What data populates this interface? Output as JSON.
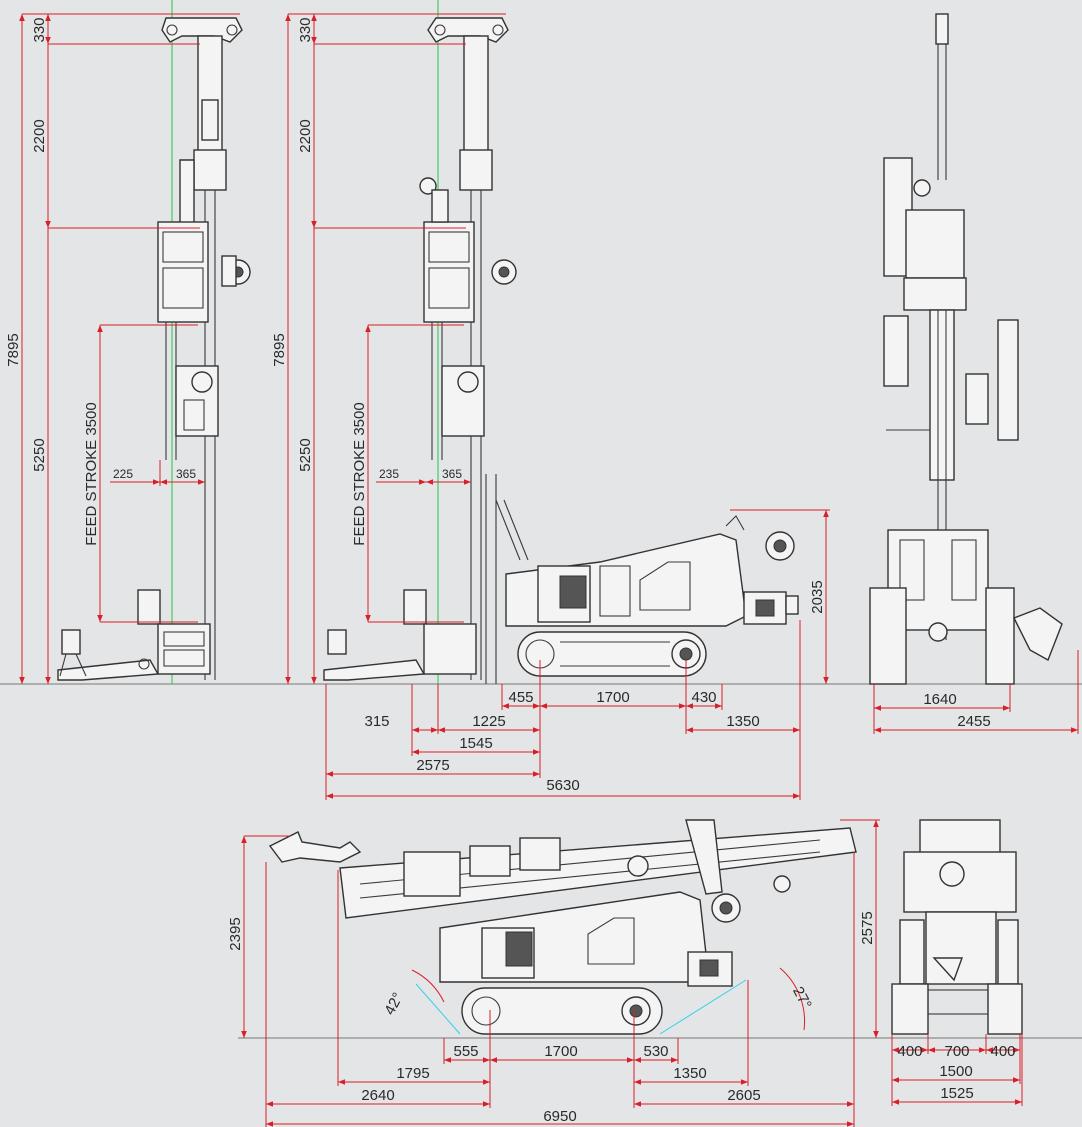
{
  "colors": {
    "background": "#e4e5e7",
    "dimension_line": "#d8202a",
    "centerline": "#22c84a",
    "angle_line": "#33d0e8",
    "outline": "#333333"
  },
  "front_view": {
    "dims": [
      "330",
      "2200",
      "5250",
      "7895",
      "FEED STROKE 3500",
      "225",
      "365"
    ]
  },
  "side_view": {
    "dims": [
      "330",
      "2200",
      "5250",
      "7895",
      "FEED STROKE 3500",
      "235",
      "365",
      "2035",
      "455",
      "1700",
      "430",
      "1350",
      "315",
      "1225",
      "1545",
      "2575",
      "5630"
    ]
  },
  "rear_view": {
    "dims": [
      "1640",
      "2455"
    ]
  },
  "transport_view": {
    "dims": [
      "2395",
      "2575",
      "42°",
      "27°",
      "555",
      "1700",
      "530",
      "1795",
      "1350",
      "2640",
      "2605",
      "6950"
    ]
  },
  "transport_rear_view": {
    "dims": [
      "400",
      "700",
      "400",
      "1500",
      "1525"
    ]
  }
}
